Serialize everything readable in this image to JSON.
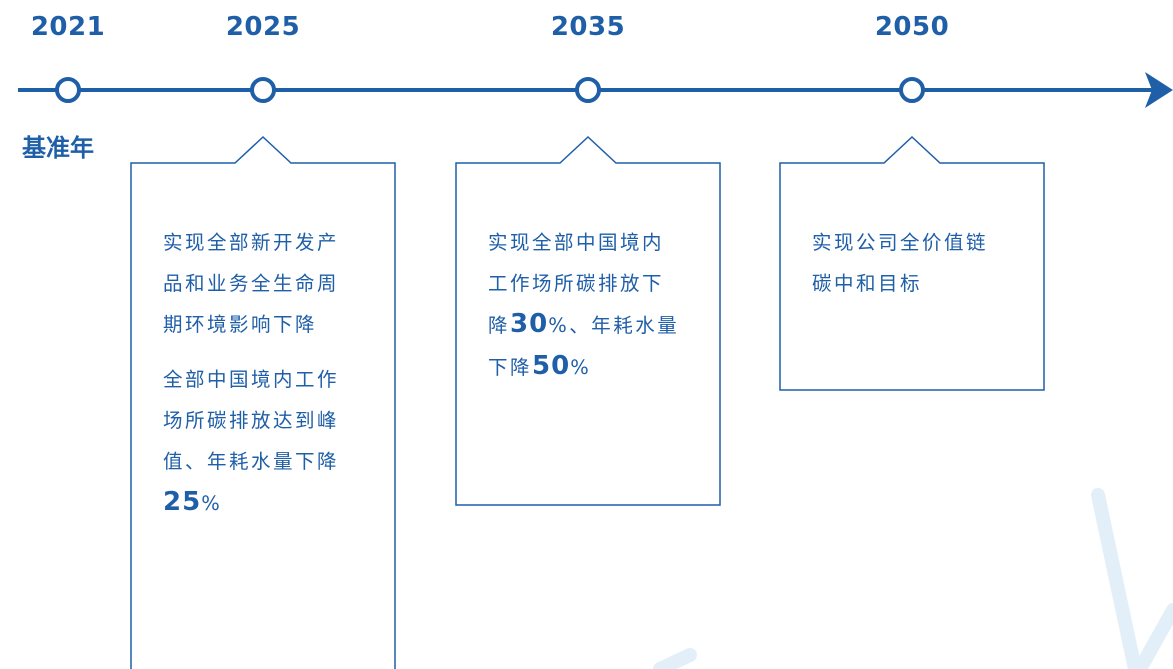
{
  "timeline": {
    "years": [
      "2021",
      "2025",
      "2035",
      "2050"
    ],
    "base_year_label": "基准年",
    "colors": {
      "primary": "#1f5fa8",
      "watermark": "#e3eff8"
    }
  },
  "milestones": [
    {
      "year": "2025",
      "paragraphs": [
        [
          "实现全部新开发产",
          "品和业务全生命周",
          "期环境影响下降"
        ],
        [
          "全部中国境内工作",
          "场所碳排放达到峰",
          "值、年耗水量下降"
        ]
      ],
      "highlight": "25",
      "highlight_unit": "%"
    },
    {
      "year": "2035",
      "lines": [
        "实现全部中国境内",
        "工作场所碳排放下"
      ],
      "line3_prefix": "降",
      "carbon_value": "30",
      "line3_suffix": "%、年耗水量",
      "line4_prefix": "下降",
      "water_value": "50",
      "line4_suffix": "%"
    },
    {
      "year": "2050",
      "lines": [
        "实现公司全价值链",
        "碳中和目标"
      ]
    }
  ]
}
